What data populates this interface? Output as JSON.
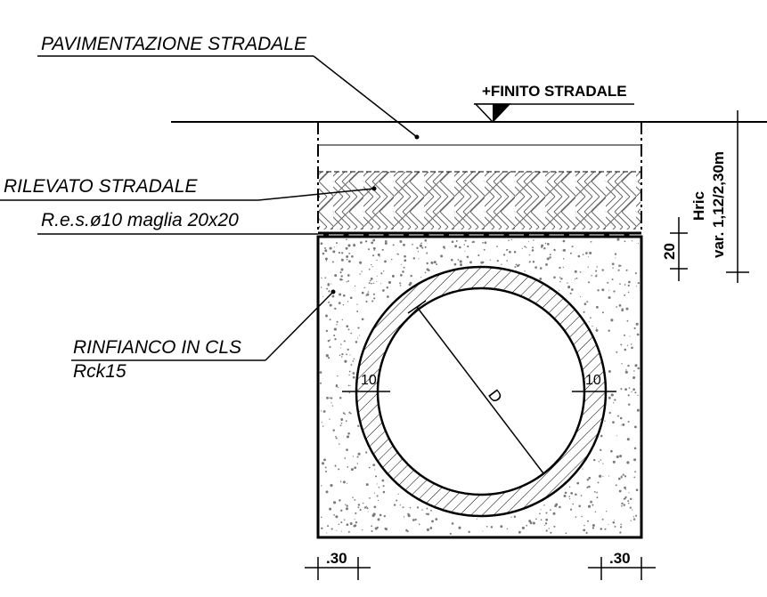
{
  "labels": {
    "pavimentazione": "PAVIMENTAZIONE STRADALE",
    "finito": "+FINITO STRADALE",
    "rilevato": "RILEVATO STRADALE",
    "res": "R.e.s.ø10 maglia 20x20",
    "rinfianco": "RINFIANCO IN CLS",
    "rck": "Rck15",
    "diameter": "D",
    "wall_left": "10",
    "wall_right": "10",
    "dim_20": "20",
    "hric": "Hric",
    "hric_range": "var. 1,12/2,30m",
    "dim_30_left": ".30",
    "dim_30_right": ".30"
  },
  "colors": {
    "line": "#000000",
    "background": "#ffffff",
    "concrete_speckle": "#7a7a7a"
  }
}
